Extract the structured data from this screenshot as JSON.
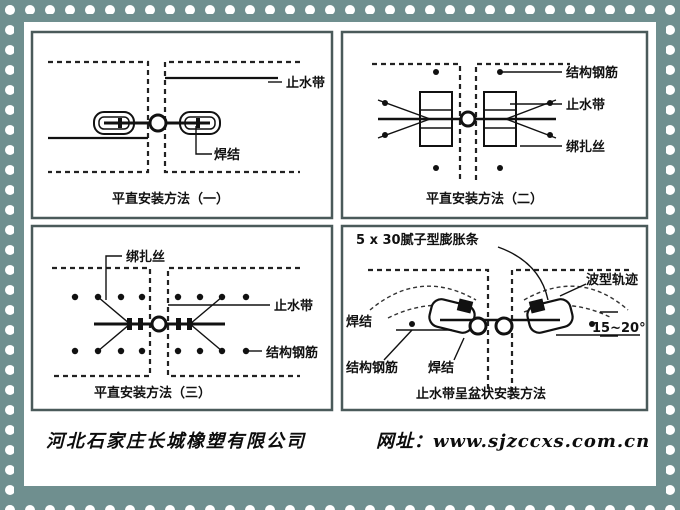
{
  "panels": [
    {
      "caption": "平直安装方法（一）",
      "labels": [
        "止水带",
        "焊结"
      ]
    },
    {
      "caption": "平直安装方法（二）",
      "labels": [
        "结构钢筋",
        "止水带",
        "绑扎丝"
      ]
    },
    {
      "caption": "平直安装方法（三）",
      "labels": [
        "绑扎丝",
        "止水带",
        "结构钢筋"
      ]
    },
    {
      "caption": "止水带呈盆状安装方法",
      "labels": [
        "5 x 30腻子型膨胀条",
        "波型轨迹",
        "焊结",
        "15~20°",
        "结构钢筋",
        "焊结"
      ]
    }
  ],
  "footer": {
    "company": "河北石家庄长城橡塑有限公司",
    "website": "网址：www.sjzccxs.com.cn"
  },
  "colors": {
    "border": "#6f8f8f",
    "paper": "#ffffff",
    "ink": "#111111"
  }
}
